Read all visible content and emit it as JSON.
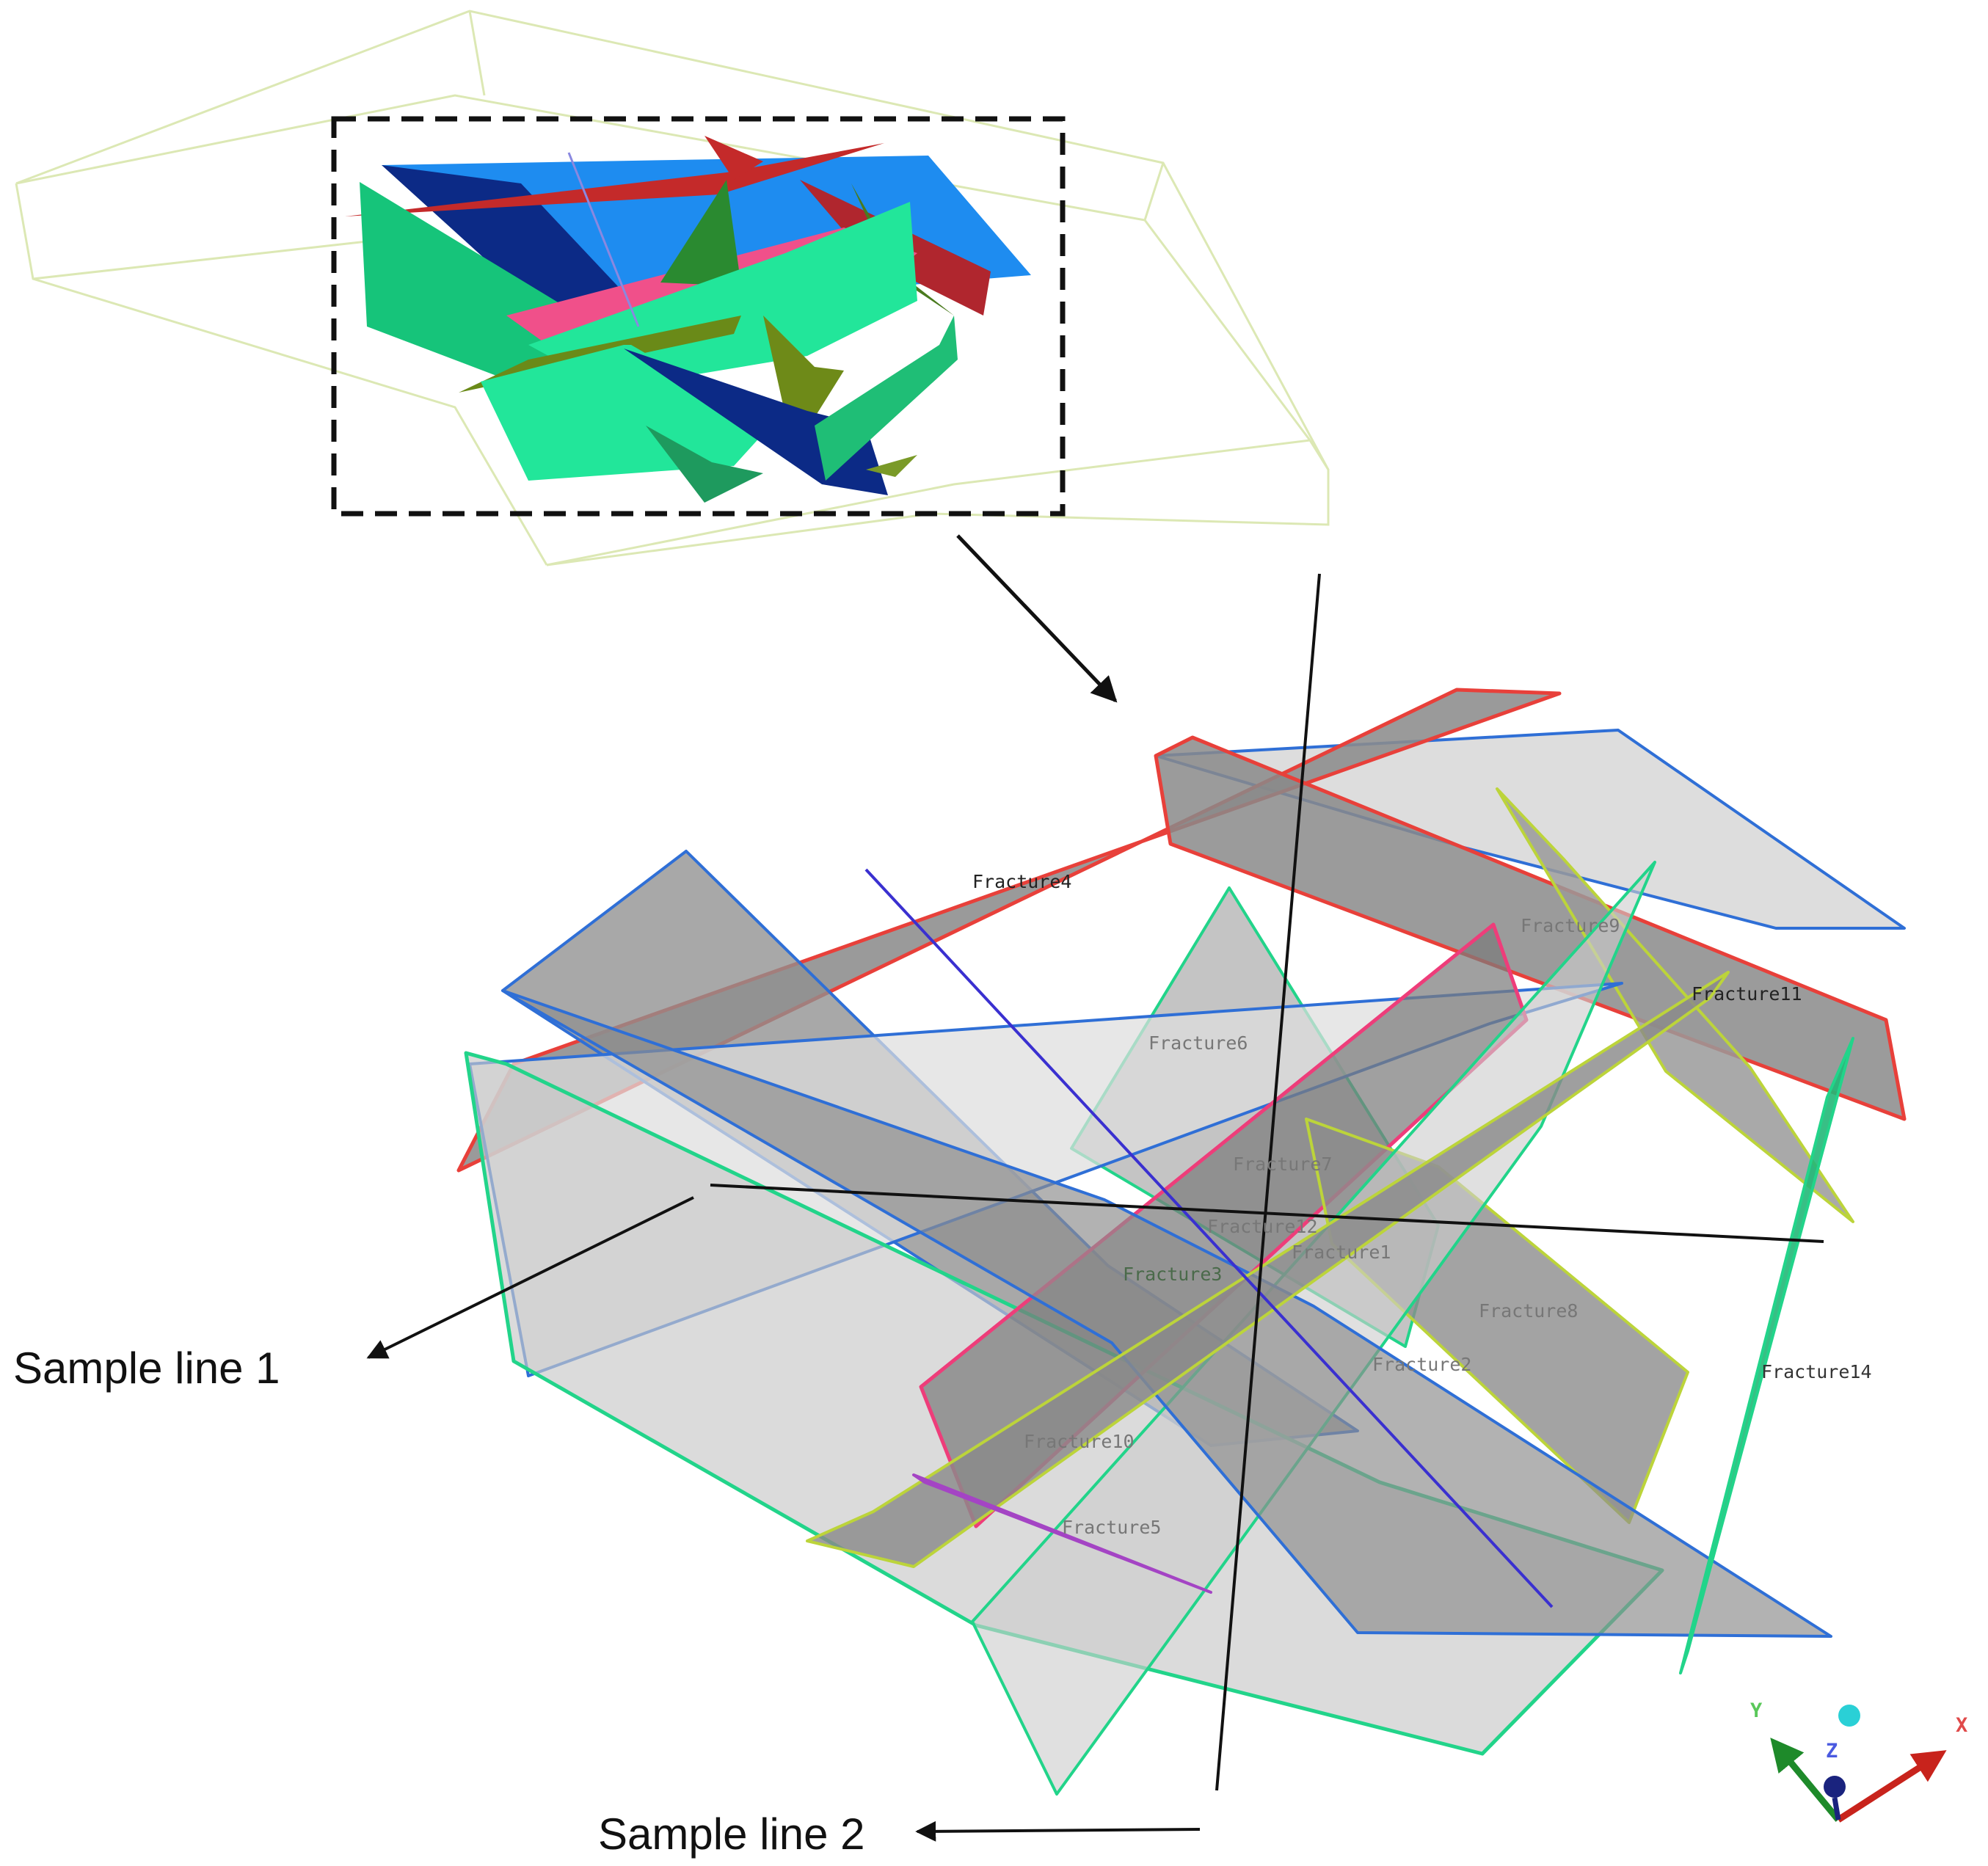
{
  "callouts": {
    "sample_line_1": "Sample line 1",
    "sample_line_2": "Sample line 2"
  },
  "fracture_labels": {
    "f4": "Fracture4",
    "f9": "Fracture9",
    "f11": "Fracture11",
    "f6": "Fracture6",
    "f7": "Fracture7",
    "f12": "Fracture12",
    "f1": "Fracture1",
    "f3": "Fracture3",
    "f8": "Fracture8",
    "f2": "Fracture2",
    "f14": "Fracture14",
    "f10": "Fracture10",
    "f5": "Fracture5"
  },
  "axes": {
    "x": "X",
    "y": "Y",
    "z": "Z"
  },
  "colors": {
    "red": "#e8403a",
    "blue": "#2f6fd6",
    "green": "#22d48a",
    "pink": "#ee3d7a",
    "yellow_green": "#bcd43a",
    "purple": "#a444c4",
    "indigo": "#3a30d0",
    "plane_fill_light": "#d7d7d7",
    "plane_fill_dark": "#8a8a8a",
    "box_outline": "#dce8b4"
  }
}
